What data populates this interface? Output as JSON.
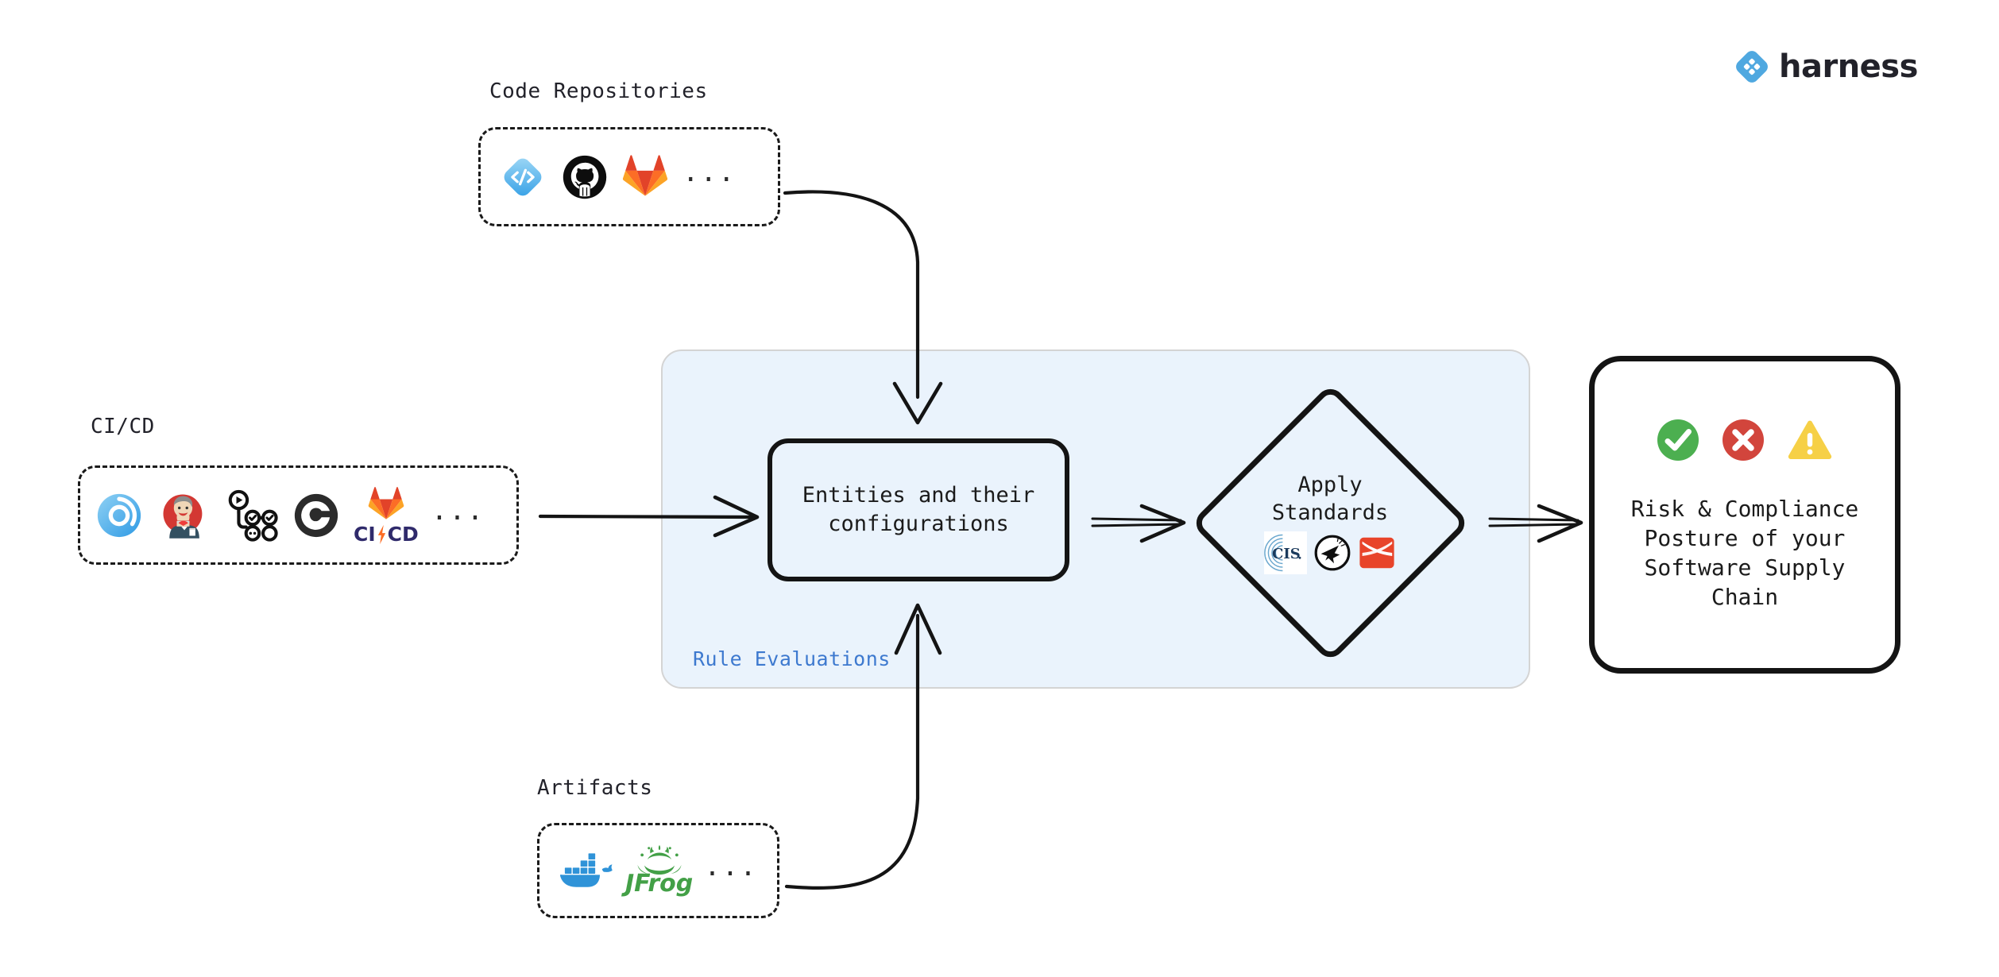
{
  "brand": {
    "name": "harness",
    "logo_icon": "harness-diamond-logo-icon",
    "accent_color": "#4fa8e0"
  },
  "colors": {
    "panel_background": "#eaf3fc",
    "panel_border": "#d4d4d4",
    "rule_label": "#3d79cf",
    "stroke": "#141414",
    "status_pass": "#4caf50",
    "status_fail": "#d2453c",
    "status_warn": "#f6d046"
  },
  "sources": [
    {
      "id": "code-repositories",
      "label": "Code Repositories",
      "more_indicator": "...",
      "icons": [
        {
          "name": "harness-code-icon",
          "title": "Harness Code Repository"
        },
        {
          "name": "github-icon",
          "title": "GitHub"
        },
        {
          "name": "gitlab-icon",
          "title": "GitLab"
        }
      ]
    },
    {
      "id": "ci-cd",
      "label": "CI/CD",
      "more_indicator": "...",
      "icons": [
        {
          "name": "harness-ci-icon",
          "title": "Harness CI"
        },
        {
          "name": "jenkins-icon",
          "title": "Jenkins"
        },
        {
          "name": "github-actions-icon",
          "title": "GitHub Actions"
        },
        {
          "name": "circleci-icon",
          "title": "CircleCI"
        },
        {
          "name": "gitlab-cicd-icon",
          "title": "GitLab CI/CD",
          "text": "CI/CD"
        }
      ]
    },
    {
      "id": "artifacts",
      "label": "Artifacts",
      "more_indicator": "...",
      "icons": [
        {
          "name": "docker-icon",
          "title": "Docker"
        },
        {
          "name": "jfrog-icon",
          "title": "JFrog",
          "text": "JFrog"
        }
      ]
    }
  ],
  "panel": {
    "label": "Rule Evaluations",
    "entities": {
      "label": "Entities and their\nconfigurations"
    },
    "apply_standards": {
      "label": "Apply\nStandards",
      "icons": [
        {
          "name": "cis-benchmark-icon",
          "title": "CIS",
          "text": "CIS"
        },
        {
          "name": "openssf-scorecard-icon",
          "title": "OpenSSF Scorecard"
        },
        {
          "name": "slsa-icon",
          "title": "SLSA"
        }
      ]
    }
  },
  "outcome": {
    "label": "Risk & Compliance\nPosture of your\nSoftware Supply\nChain",
    "status_icons": [
      {
        "name": "check-circle-icon",
        "title": "Pass",
        "color": "#4caf50"
      },
      {
        "name": "error-circle-icon",
        "title": "Fail",
        "color": "#d2453c"
      },
      {
        "name": "warning-triangle-icon",
        "title": "Warning",
        "color": "#f6d046"
      }
    ]
  },
  "connectors": [
    {
      "name": "arrow-code-repositories-to-entities",
      "style": "curved-down"
    },
    {
      "name": "arrow-cicd-to-entities",
      "style": "straight-right"
    },
    {
      "name": "arrow-artifacts-to-entities",
      "style": "curved-up"
    },
    {
      "name": "arrow-entities-to-apply-standards",
      "style": "double-line-right"
    },
    {
      "name": "arrow-apply-standards-to-outcome",
      "style": "double-line-right"
    }
  ]
}
